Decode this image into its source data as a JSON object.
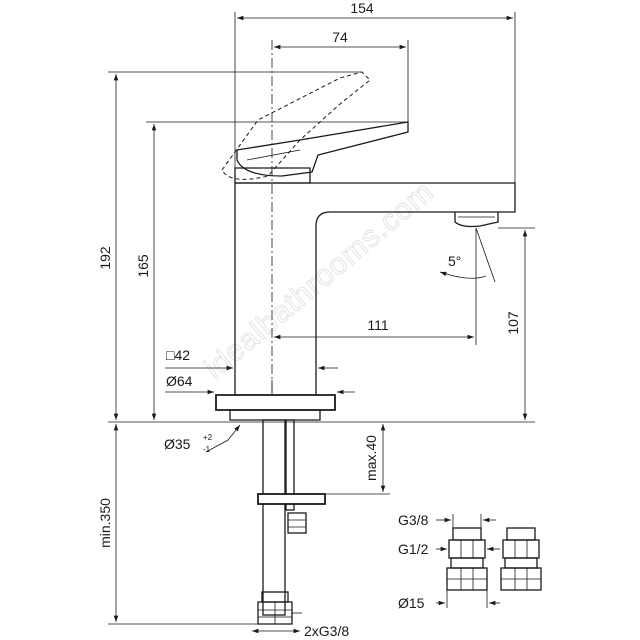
{
  "watermark": "idealbathrooms.com",
  "dimensions": {
    "overall_width": "154",
    "lever_width": "74",
    "total_height": "192",
    "lever_height": "165",
    "spout_reach": "111",
    "spout_height": "107",
    "angle": "5°",
    "square_body": "□42",
    "base_diameter": "Ø64",
    "hole_diameter": "Ø35",
    "hole_tolerance_upper": "+2",
    "hole_tolerance_lower": "-1",
    "max_deck_thickness": "max.40",
    "min_hose_length": "min.350",
    "hose_connection": "2xG3/8"
  },
  "fittings": {
    "thread_small": "G3/8",
    "thread_large": "G1/2",
    "pipe_diameter": "Ø15"
  }
}
